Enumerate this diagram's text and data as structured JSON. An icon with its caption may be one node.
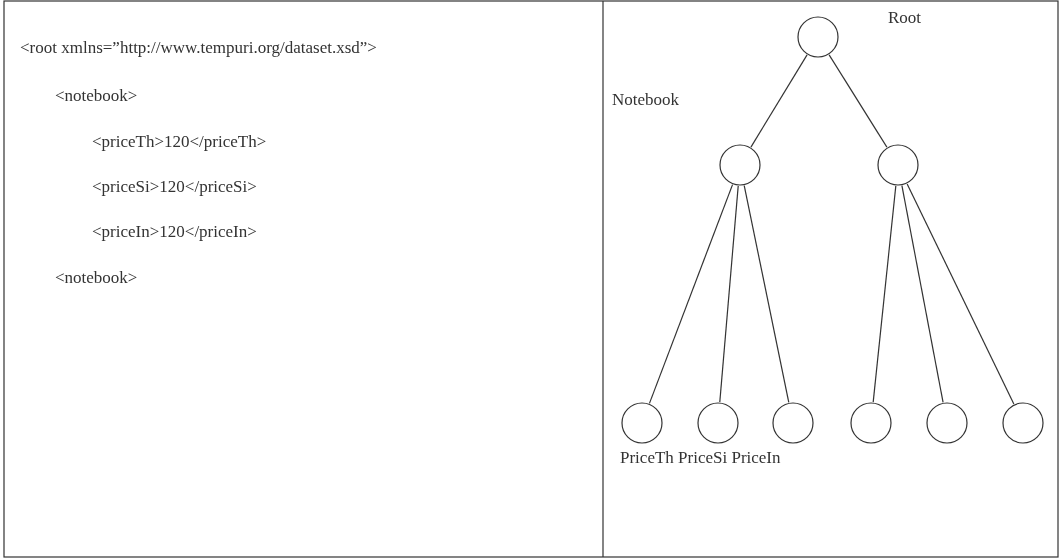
{
  "diagram": {
    "nodes": [
      {
        "text": [],
        "shape": "circle",
        "beside": [
          "Root"
        ]
      },
      {
        "text": [],
        "shape": "circle",
        "beside": [
          "Notebook"
        ]
      },
      {
        "text": [],
        "shape": "circle"
      },
      {
        "text": [],
        "shape": "circle"
      },
      {
        "text": [],
        "shape": "circle"
      },
      {
        "text": [],
        "shape": "circle"
      },
      {
        "text": [],
        "shape": "circle"
      },
      {
        "text": [],
        "shape": "circle"
      },
      {
        "text": [],
        "shape": "circle"
      }
    ],
    "edges": [
      {
        "from": 0,
        "to": 1,
        "arrow": "none"
      },
      {
        "from": 0,
        "to": 2,
        "arrow": "none"
      },
      {
        "from": 1,
        "to": 3,
        "arrow": "none"
      },
      {
        "from": 1,
        "to": 4,
        "arrow": "none"
      },
      {
        "from": 1,
        "to": 5,
        "arrow": "none"
      },
      {
        "from": 2,
        "to": 6,
        "arrow": "none"
      },
      {
        "from": 2,
        "to": 7,
        "arrow": "none"
      },
      {
        "from": 2,
        "to": 8,
        "arrow": "none"
      }
    ],
    "labels": [
      "<root xmlns=”http://www.tempuri.org/dataset.xsd”>",
      "<notebook>",
      "<priceTh>120</priceTh>",
      "<priceSi>120</priceSi>",
      "<priceIn>120</priceIn>",
      "<notebook>",
      "PriceTh PriceSi PriceIn"
    ]
  }
}
